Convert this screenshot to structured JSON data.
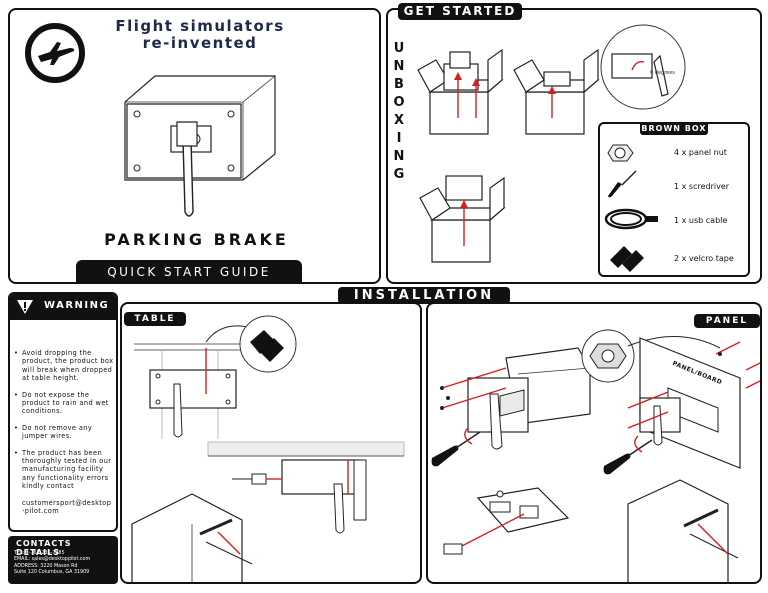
{
  "hero": {
    "title_line1": "Flight simulators",
    "title_line2": "re-invented",
    "product_name": "PARKING BRAKE",
    "guide_button": "QUICK START GUIDE"
  },
  "get_started": {
    "header": "GET STARTED",
    "unboxing_letters": [
      "U",
      "N",
      "B",
      "O",
      "X",
      "I",
      "N",
      "G"
    ],
    "angle_label": "0 degrees",
    "brown_box": {
      "header": "BROWN BOX",
      "items": [
        "4 x panel nut",
        "1 x scredriver",
        "1 x usb cable",
        "2 x velcro tape"
      ]
    }
  },
  "warning": {
    "header": "WARNING",
    "items": [
      "Avoid dropping the product, the product box will break when dropped at table height.",
      "Do not expose the product to rain and wet conditions.",
      "Do not remove any jumper wires.",
      "The product has been thoroughly tested in our manufacturing facility any functionality errors kindly contact"
    ],
    "email": "customersport@desktop-pilot.com"
  },
  "contacts": {
    "header": "CONTACTS DETAILS",
    "lines": [
      "TEL: 1-762-235-7285",
      "EMAIL: sales@desktoppilot.com",
      "ADDRESS: 3220 Mason Rd",
      "Suite 120 Columbus, GA 31909"
    ]
  },
  "installation": {
    "header": "INSTALLATION",
    "table_tab": "TABLE",
    "panel_tab": "PANEL",
    "panel_board_label": "PANEL/BOARD"
  },
  "colors": {
    "ink": "#111111",
    "accent_red": "#d42020",
    "navy": "#1e2a4a"
  }
}
